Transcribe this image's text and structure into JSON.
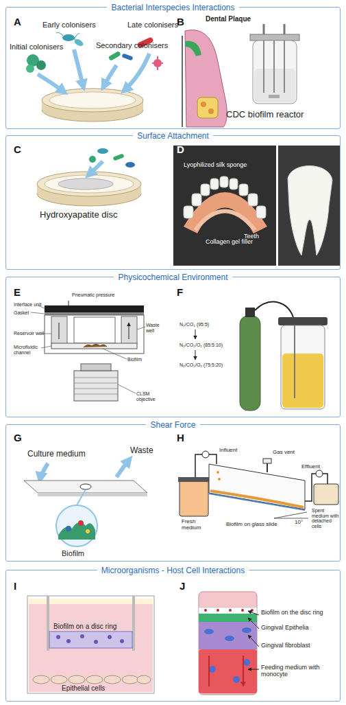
{
  "diagram": {
    "nodes": [
      {
        "text": [
          "Bacterial Interspecies Interactions"
        ]
      },
      {
        "text": [
          "Surface Attachment"
        ]
      },
      {
        "text": [
          "Physicochemical Environment"
        ]
      },
      {
        "text": [
          "Shear Force"
        ]
      },
      {
        "text": [
          "Microorganisms - Host Cell Interactions"
        ]
      }
    ],
    "labels": [
      "A",
      "Initial colonisers",
      "Early colonisers",
      "Secondary colonisers",
      "Late colonisers",
      "B",
      "Dental Plaque",
      "CDC biofilm reactor",
      "C",
      "Hydroxyapatite disc",
      "D",
      "Lyophilized silk sponge",
      "Collagen gel filler",
      "Teeth",
      "E",
      "Pneumatic pressure",
      "Interface unit",
      "Gasket",
      "Reservoir well",
      "Microfluidic channel",
      "Waste well",
      "Biofilm",
      "CLSM objective",
      "F",
      "N₂/CO₂ (95:5)",
      "N₂/CO₂/O₂ (85:5:10)",
      "N₂/CO₂/O₂ (75:5:20)",
      "G",
      "Culture medium",
      "Waste",
      "Biofilm",
      "H",
      "Influent",
      "Gas vent",
      "Effluent",
      "Fresh medium",
      "Spent medium with detached cells",
      "Biofilm on glass slide",
      "10°",
      "I",
      "Biofilm on a disc ring",
      "Epithelial cells",
      "J",
      "Biofilm on the disc ring",
      "Gingival Epithelia",
      "Gingival fibroblast",
      "Feeding medium with monocyte"
    ]
  }
}
